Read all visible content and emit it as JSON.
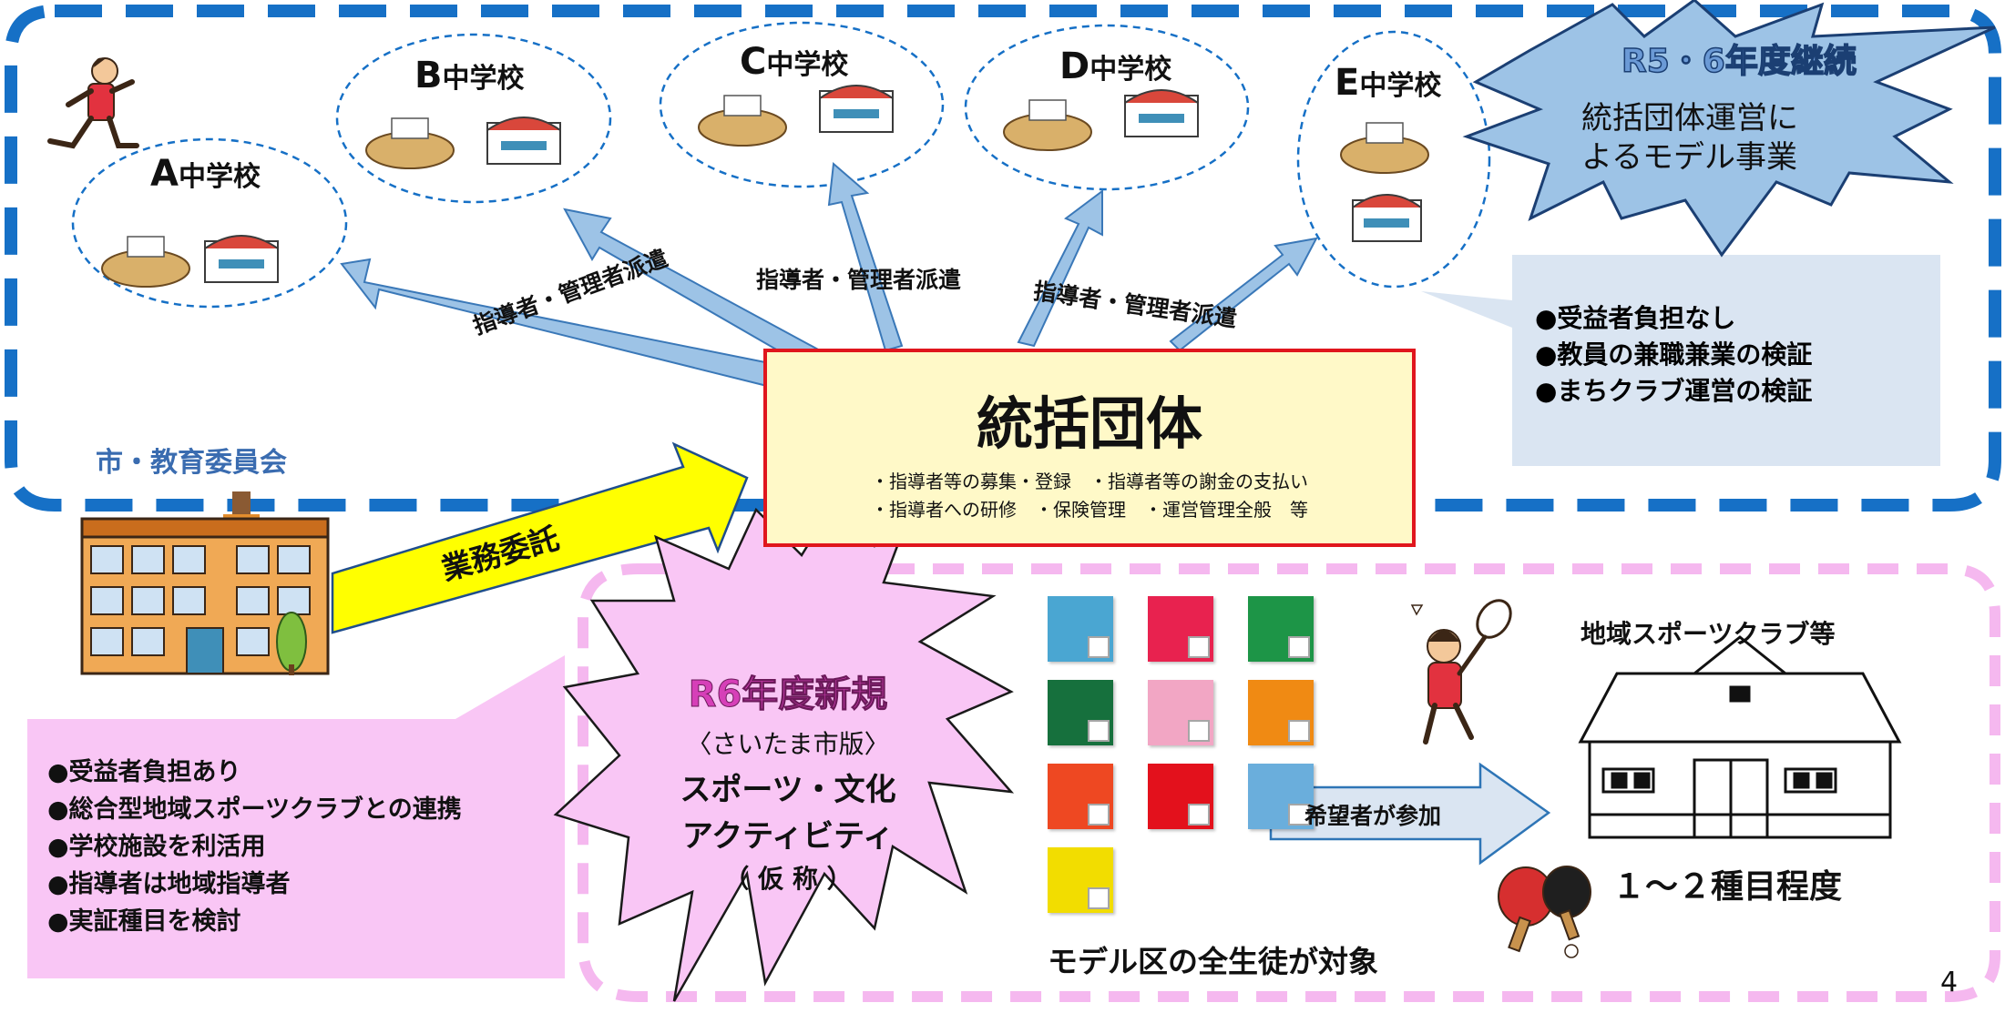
{
  "schools": [
    {
      "letter": "A",
      "label": "中学校"
    },
    {
      "letter": "B",
      "label": "中学校"
    },
    {
      "letter": "C",
      "label": "中学校"
    },
    {
      "letter": "D",
      "label": "中学校"
    },
    {
      "letter": "E",
      "label": "中学校"
    }
  ],
  "dispatch_labels": [
    "指導者・管理者派遣",
    "指導者・管理者派遣",
    "指導者・管理者派遣"
  ],
  "burst_top": {
    "title": "R5・6年度継続",
    "body_line1": "統括団体運営に",
    "body_line2": "よるモデル事業"
  },
  "callout_top": [
    "●受益者負担なし",
    "●教員の兼職兼業の検証",
    "●まちクラブ運営の検証"
  ],
  "central": {
    "title": "統括団体",
    "line1": "・指導者等の募集・登録　・指導者等の謝金の支払い",
    "line2": "・指導者への研修　・保険管理　・運営管理全般　等"
  },
  "city": {
    "label": "市・教育委員会"
  },
  "commission_label": "業務委託",
  "callout_bottom": [
    "●受益者負担あり",
    "●総合型地域スポーツクラブとの連携",
    "●学校施設を利活用",
    "●指導者は地域指導者",
    "●実証種目を検討"
  ],
  "burst_bottom": {
    "title": "R6年度新規",
    "line1": "〈さいたま市版〉",
    "line2": "スポーツ・文化",
    "line3": "アクティビティ",
    "line4": "（ 仮 称 ）"
  },
  "model_area_caption": "モデル区の全生徒が対象",
  "participate_label": "希望者が参加",
  "club": {
    "title": "地域スポーツクラブ等",
    "caption": "１～２種目程度"
  },
  "page_number": "4",
  "colors": {
    "dashed_blue": "#1670c6",
    "dashed_pink": "#f5b8ef",
    "arrow_fill": "#9dc3e6",
    "central_fill": "#fff9c8",
    "central_border": "#e0161d",
    "callout_blue": "#dae5f2",
    "callout_pink": "#f9c6f5",
    "burst_blue": "#9dc3e6",
    "commission_arrow": "#ffff00"
  },
  "ward_tiles": [
    {
      "color": "#4aa6d2"
    },
    {
      "color": "#e8224f"
    },
    {
      "color": "#1d9547"
    },
    {
      "color": "#16703d"
    },
    {
      "color": "#f2a6c4"
    },
    {
      "color": "#f08a13"
    },
    {
      "color": "#ee4822"
    },
    {
      "color": "#e3111c"
    },
    {
      "color": "#6aaedc"
    },
    {
      "color": "#f2dd00"
    }
  ]
}
